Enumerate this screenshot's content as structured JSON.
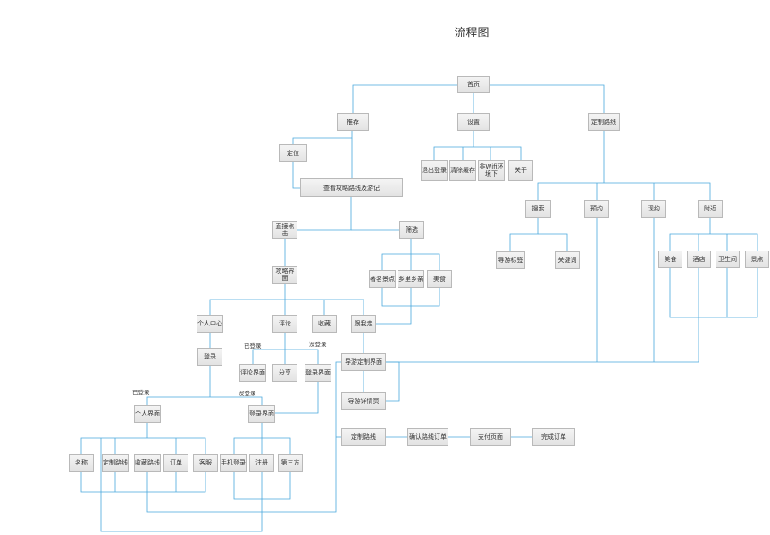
{
  "title": "流程图",
  "colors": {
    "line": "#4aa8dc",
    "node_border": "#b9b9b9",
    "node_bg": "#ececec",
    "text": "#333333"
  },
  "nodes": {
    "home": "首页",
    "recommend": "推荐",
    "settings": "设置",
    "custom_route_top": "定制路线",
    "locate": "定位",
    "logout": "退出登录",
    "clear_cache": "清除缓存",
    "non_wifi_download": "非Wifi环境下",
    "about": "关于",
    "view_routes": "查看攻略路线及游记",
    "search": "搜索",
    "appointment": "预约",
    "now_book": "现约",
    "nearby": "附近",
    "direct_click": "直接点击",
    "filter": "筛选",
    "guide_tag": "导游标签",
    "keyword": "关键词",
    "food_near": "美食",
    "hotel": "酒店",
    "toilet": "卫生间",
    "scenic": "景点",
    "guide_page": "攻略界面",
    "famous_spots": "著名景点",
    "village": "乡里乡亲",
    "food_filter": "美食",
    "personal_center": "个人中心",
    "comment": "评论",
    "favorite": "收藏",
    "follow_me": "跟我走",
    "login": "登录",
    "comment_page": "评论界面",
    "share": "分享",
    "login_page_a": "登录界面",
    "guide_custom_page": "导游定制界面",
    "guide_detail": "导游详情页",
    "personal_page": "个人界面",
    "login_page_b": "登录界面",
    "custom_route_bottom": "定制路线",
    "confirm_order": "确认路线订单",
    "payment_page": "支付页面",
    "complete_order": "完成订单",
    "name": "名称",
    "custom_route_pc": "定制路线",
    "fav_route": "收藏路线",
    "order": "订单",
    "service": "客服",
    "phone_login": "手机登录",
    "register": "注册",
    "third_party": "第三方"
  },
  "labels": {
    "logged_in_a": "已登录",
    "not_logged_a": "没登录",
    "logged_in_b": "已登录",
    "not_logged_b": "没登录"
  }
}
